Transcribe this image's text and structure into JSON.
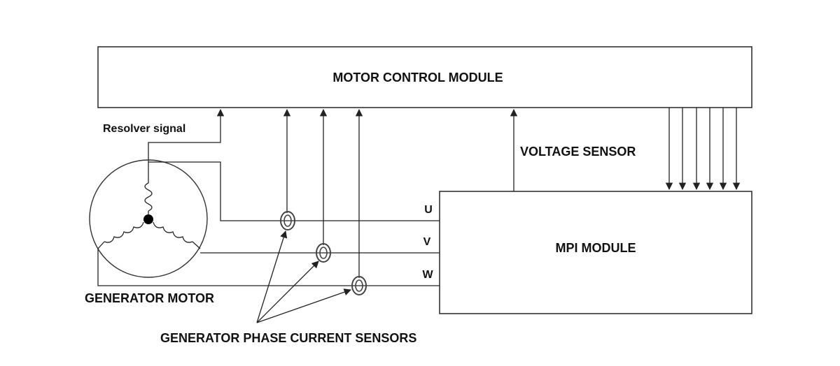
{
  "labels": {
    "motor_control_module": "MOTOR CONTROL MODULE",
    "mpi_module": "MPI MODULE",
    "resolver_signal": "Resolver signal",
    "voltage_sensor": "VOLTAGE SENSOR",
    "generator_motor": "GENERATOR MOTOR",
    "phase_current_sensors": "GENERATOR PHASE CURRENT SENSORS",
    "phase_u": "U",
    "phase_v": "V",
    "phase_w": "W"
  },
  "colors": {
    "line": "#222222",
    "box_border": "#333333",
    "background": "#ffffff"
  }
}
